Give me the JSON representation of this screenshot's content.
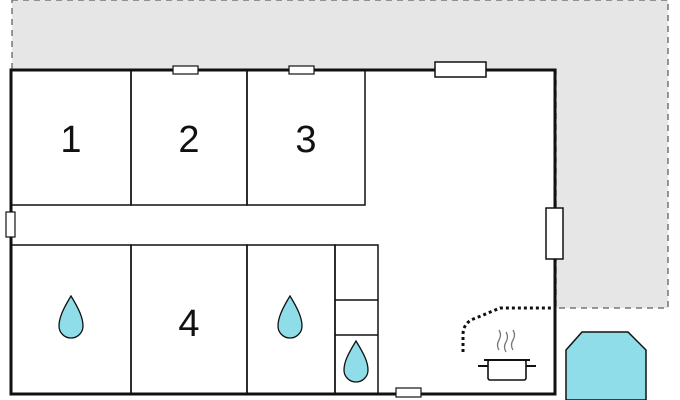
{
  "floorplan": {
    "colors": {
      "terrace": "#e6e6e6",
      "wall": "#111111",
      "window": "#ffffff",
      "water": "#8fdde8",
      "pool": "#8fdde8"
    },
    "rooms": [
      {
        "label": "1"
      },
      {
        "label": "2"
      },
      {
        "label": "3"
      },
      {
        "label": "4"
      }
    ],
    "icons": {
      "bathroom": "water-drop-icon",
      "kitchen": "cooking-pot-icon",
      "pool": "pool-icon"
    }
  }
}
